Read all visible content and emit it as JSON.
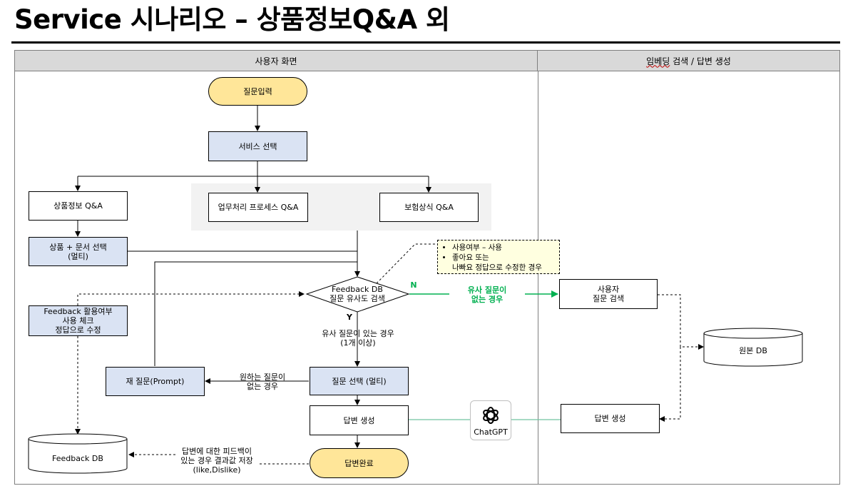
{
  "page": {
    "title": "Service 시나리오 – 상품정보Q&A 외"
  },
  "lanes": {
    "left": "사용자 화면",
    "right_emphasis": "임베딩",
    "right_rest": " 검색 / 답변 생성"
  },
  "nodes": {
    "question_input": "질문입력",
    "service_select": "서비스 선택",
    "product_qa": "상품정보 Q&A",
    "business_qa": "업무처리 프로세스 Q&A",
    "insurance_qa": "보험상식 Q&A",
    "product_doc_select": "상품 + 문서 선택\n(멀티)",
    "feedback_check": "Feedback 활용여부\n사용 체크\n정답으로 수정",
    "decision": "Feedback DB\n질문 유사도 검색",
    "user_query_search": "사용자\n질문 검색",
    "source_db": "원본 DB",
    "re_question": "재 질문(Prompt)",
    "question_select": "질문 선택  (멀티)",
    "answer_gen_left": "답변 생성",
    "answer_gen_right": "답변 생성",
    "feedback_db": "Feedback DB",
    "answer_done": "답변완료",
    "chatgpt": "ChatGPT"
  },
  "note": {
    "items": [
      "사용여부 – 사용",
      "좋아요 또는\n나빠요 정답으로 수정한 경우"
    ]
  },
  "labels": {
    "n": "N",
    "y": "Y",
    "no_similar": "유사 질문이\n없는 경우",
    "similar_exists": "유사 질문이 있는 경우\n(1개 이상)",
    "no_wanted": "원하는 질문이\n없는 경우",
    "feedback_save": "답변에 대한 피드백이\n있는 경우 결과값 저장\n(like,Dislike)"
  },
  "colors": {
    "pill": "#ffe699",
    "node_blue": "#dae3f3",
    "lane_header": "#d9d9d9",
    "group_bg": "#f2f2f2",
    "green_flow": "#00b050",
    "chatgpt_link": "#70c4a0"
  },
  "icons": {
    "chatgpt": "openai-logo-icon"
  }
}
